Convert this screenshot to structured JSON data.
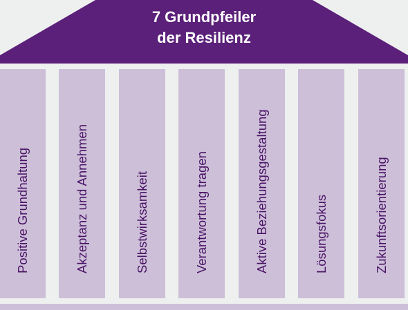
{
  "roof": {
    "title_line1": "7 Grundpfeiler",
    "title_line2": "der Resilienz",
    "color": "#5b2079"
  },
  "pillars": [
    {
      "label": "Positive Grundhaltung"
    },
    {
      "label": "Akzeptanz und Annehmen"
    },
    {
      "label": "Selbstwirksamkeit"
    },
    {
      "label": "Verantwortung tragen"
    },
    {
      "label": "Aktive Beziehungsgestaltung"
    },
    {
      "label": "Lösungsfokus"
    },
    {
      "label": "Zukunftsorientierung"
    }
  ],
  "colors": {
    "pillar": "#cdbfd8",
    "pillar_text": "#4a1466",
    "background": "#eef0ef"
  }
}
